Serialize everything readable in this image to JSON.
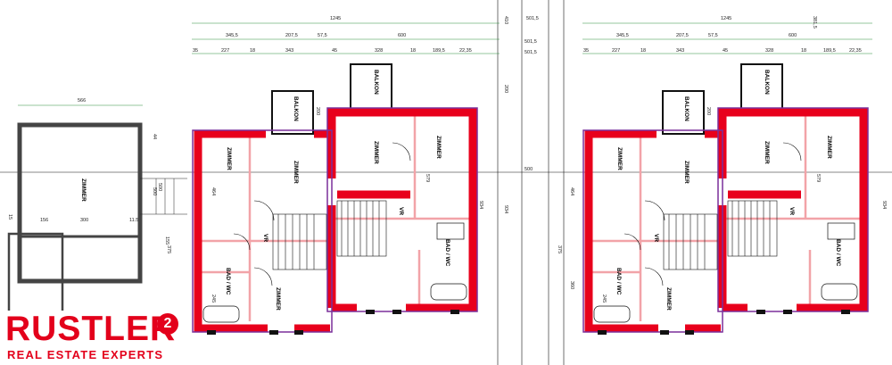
{
  "logo": {
    "name": "RUSTLER",
    "badge": "2",
    "tagline": "REAL ESTATE EXPERTS"
  },
  "left_building": {
    "top_width": "566",
    "left_dims": [
      "44",
      "500",
      "15",
      "155"
    ],
    "room": "ZIMMER",
    "bottom_dims": [
      "156",
      "300",
      "11.5"
    ]
  },
  "house_a": {
    "overall": "1245",
    "top_row_1": [
      "345,5",
      "207,5",
      "57,5",
      "600"
    ],
    "top_row_2": [
      "35",
      "227",
      "18",
      "343",
      "45",
      "328",
      "18",
      "189,5",
      "22,35"
    ],
    "mid_label": "501,5",
    "balcony": "BALKON",
    "rooms": [
      "ZIMMER",
      "ZIMMER",
      "ZIMMER",
      "ZIMMER",
      "ZIMMER",
      "VR",
      "VR",
      "BAD / WC",
      "BAD / WC"
    ],
    "side_dims": [
      "464",
      "500",
      "934",
      "579",
      "245",
      "200",
      "375"
    ]
  },
  "house_b": {
    "overall": "1245",
    "top_row_1": [
      "345,5",
      "207,5",
      "57,5",
      "600"
    ],
    "top_row_2": [
      "35",
      "227",
      "18",
      "343",
      "45",
      "328",
      "18",
      "189,5",
      "22,35"
    ],
    "right_dim": "381,5",
    "balcony": "BALKON",
    "rooms": [
      "ZIMMER",
      "ZIMMER",
      "ZIMMER",
      "ZIMMER",
      "ZIMMER",
      "VR",
      "VR",
      "BAD / WC",
      "BAD / WC"
    ],
    "side_dims": [
      "464",
      "934",
      "579",
      "245",
      "360",
      "200",
      "375"
    ]
  },
  "center_dims": [
    "410",
    "501,5",
    "501,5",
    "200",
    "934",
    "500"
  ],
  "colors": {
    "wall": "#e8001c",
    "outline": "#7a2f9a",
    "pink": "#f2a3a8",
    "line": "#111111",
    "dimline": "#2a8f3a"
  }
}
